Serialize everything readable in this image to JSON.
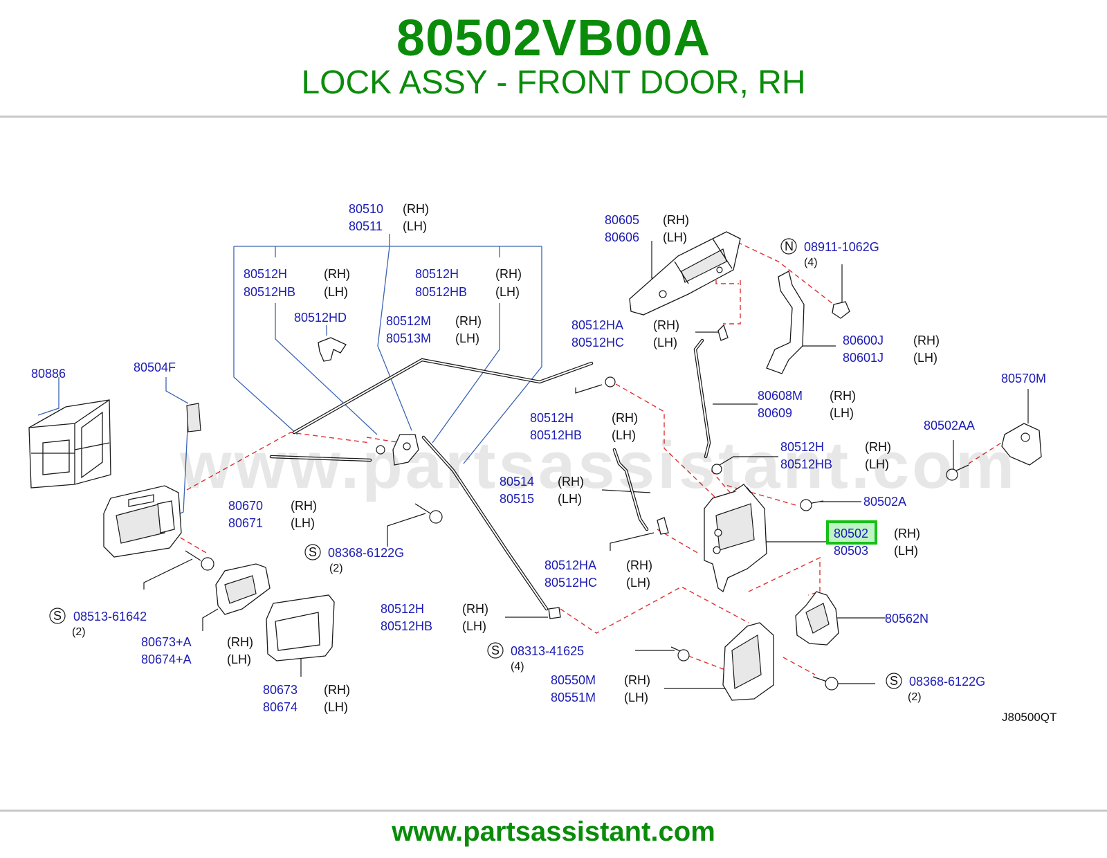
{
  "header": {
    "part_number": "80502VB00A",
    "description": "LOCK ASSY - FRONT DOOR, RH"
  },
  "footer": {
    "url": "www.partsassistant.com"
  },
  "watermark": "www.partsassistant.com",
  "diagram": {
    "code": "J80500QT",
    "highlighted_part": "80502",
    "colors": {
      "title": "#0a8c0a",
      "part_number": "#1c1cb4",
      "highlight": "#16c016",
      "dashed_leader": "#e03030"
    },
    "labels": {
      "c1": {
        "pn": [
          "80510",
          "80511"
        ],
        "side": [
          "(RH)",
          "(LH)"
        ]
      },
      "c2": {
        "pn": [
          "80512H",
          "80512HB"
        ],
        "side": [
          "(RH)",
          "(LH)"
        ]
      },
      "c3": {
        "pn": [
          "80512H",
          "80512HB"
        ],
        "side": [
          "(RH)",
          "(LH)"
        ]
      },
      "c4": {
        "pn": [
          "80512HD"
        ]
      },
      "c5": {
        "pn": [
          "80512M",
          "80513M"
        ],
        "side": [
          "(RH)",
          "(LH)"
        ]
      },
      "c6": {
        "pn": [
          "80886"
        ]
      },
      "c7": {
        "pn": [
          "80504F"
        ]
      },
      "c8": {
        "pn": [
          "80605",
          "80606"
        ],
        "side": [
          "(RH)",
          "(LH)"
        ]
      },
      "c9": {
        "prefix": "N",
        "pn": [
          "08911-1062G"
        ],
        "qty": "(4)"
      },
      "c10": {
        "pn": [
          "80512HA",
          "80512HC"
        ],
        "side": [
          "(RH)",
          "(LH)"
        ]
      },
      "c11": {
        "pn": [
          "80600J",
          "80601J"
        ],
        "side": [
          "(RH)",
          "(LH)"
        ]
      },
      "c12": {
        "pn": [
          "80570M"
        ]
      },
      "c13": {
        "pn": [
          "80608M",
          "80609"
        ],
        "side": [
          "(RH)",
          "(LH)"
        ]
      },
      "c14": {
        "pn": [
          "80512H",
          "80512HB"
        ],
        "side": [
          "(RH)",
          "(LH)"
        ]
      },
      "c15": {
        "pn": [
          "80502AA"
        ]
      },
      "c16": {
        "pn": [
          "80512H",
          "80512HB"
        ],
        "side": [
          "(RH)",
          "(LH)"
        ]
      },
      "c17": {
        "pn": [
          "80514",
          "80515"
        ],
        "side": [
          "(RH)",
          "(LH)"
        ]
      },
      "c18": {
        "pn": [
          "80502A"
        ]
      },
      "c19": {
        "pn": [
          "80670",
          "80671"
        ],
        "side": [
          "(RH)",
          "(LH)"
        ]
      },
      "c20": {
        "prefix": "S",
        "pn": [
          "08368-6122G"
        ],
        "qty": "(2)"
      },
      "c21": {
        "pn": [
          "80502",
          "80503"
        ],
        "side": [
          "(RH)",
          "(LH)"
        ]
      },
      "c22": {
        "pn": [
          "80512HA",
          "80512HC"
        ],
        "side": [
          "(RH)",
          "(LH)"
        ]
      },
      "c23": {
        "prefix": "S",
        "pn": [
          "08513-61642"
        ],
        "qty": "(2)"
      },
      "c24": {
        "pn": [
          "80512H",
          "80512HB"
        ],
        "side": [
          "(RH)",
          "(LH)"
        ]
      },
      "c25": {
        "pn": [
          "80562N"
        ]
      },
      "c26": {
        "pn": [
          "80673+A",
          "80674+A"
        ],
        "side": [
          "(RH)",
          "(LH)"
        ]
      },
      "c27": {
        "prefix": "S",
        "pn": [
          "08313-41625"
        ],
        "qty": "(4)"
      },
      "c28": {
        "pn": [
          "80550M",
          "80551M"
        ],
        "side": [
          "(RH)",
          "(LH)"
        ]
      },
      "c29": {
        "prefix": "S",
        "pn": [
          "08368-6122G"
        ],
        "qty": "(2)"
      },
      "c30": {
        "pn": [
          "80673",
          "80674"
        ],
        "side": [
          "(RH)",
          "(LH)"
        ]
      }
    }
  }
}
